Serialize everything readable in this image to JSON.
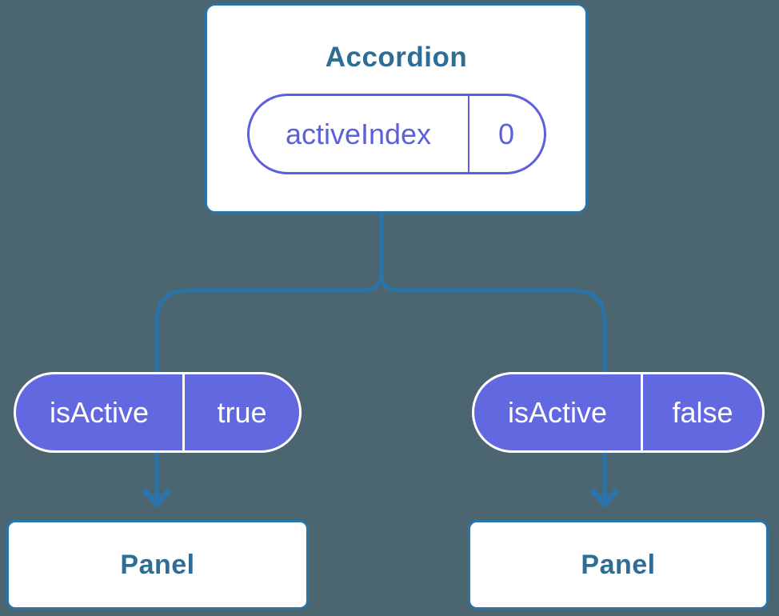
{
  "diagram": {
    "root": {
      "title": "Accordion",
      "state": {
        "name": "activeIndex",
        "value": "0"
      }
    },
    "children": [
      {
        "prop": {
          "name": "isActive",
          "value": "true"
        },
        "label": "Panel"
      },
      {
        "prop": {
          "name": "isActive",
          "value": "false"
        },
        "label": "Panel"
      }
    ]
  },
  "colors": {
    "bg": "#4c6671",
    "line": "#2b74aa",
    "heading": "#2e6d96",
    "purple_fill": "#6268df",
    "purple_line": "#5b61da",
    "card_bg": "#ffffff",
    "pill_text": "#ffffff"
  }
}
